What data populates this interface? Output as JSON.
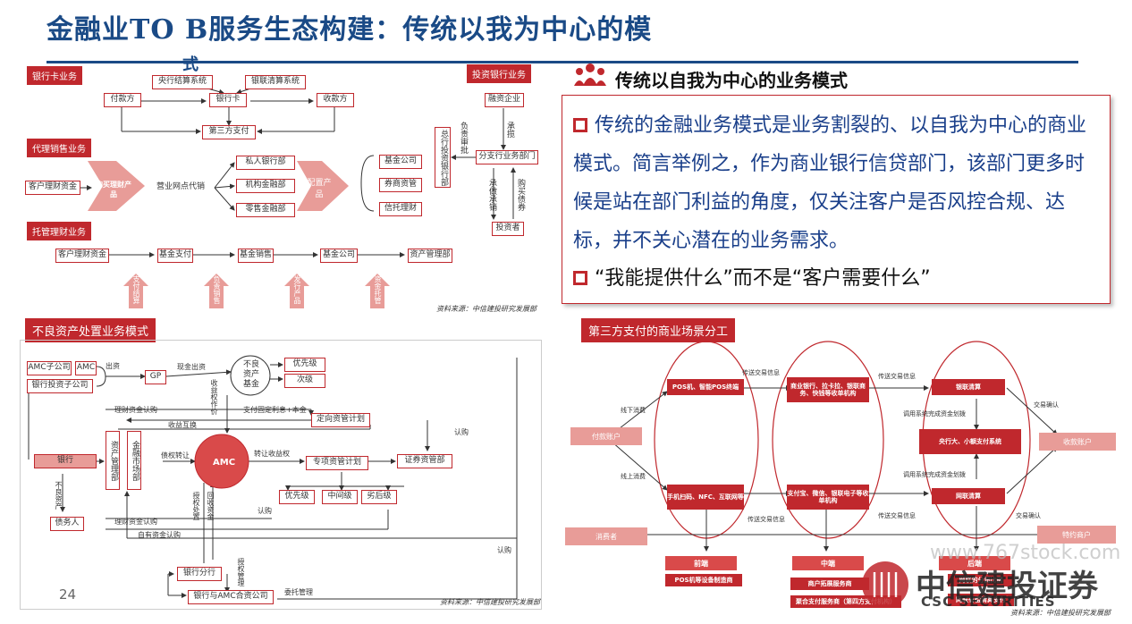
{
  "title": "金融业TO B服务生态构建：传统以我为中心的模",
  "title_overflow": "式",
  "page_number": "24",
  "watermark": "www.767stock.com",
  "logo": {
    "cn": "中信建投证券",
    "en": "CSC SECURITIES"
  },
  "tl": {
    "sec1": "银行卡业务",
    "yangxing": "央行结算系统",
    "yinlian": "银联清算系统",
    "fukuan": "付款方",
    "yinhangka": "银行卡",
    "shoukuan": "收款方",
    "disanfang": "第三方支付",
    "sec2": "代理销售业务",
    "kehu": "客户理财资金",
    "arrow1": "购买理财产品",
    "yingye": "营业网点代销",
    "siren": "私人银行部",
    "jigou": "机构金融部",
    "lingshou": "零售金融部",
    "arrow2": "配置产品",
    "jijin": "基金公司",
    "quanshang": "券商资管",
    "xintuo": "信托理财",
    "sec3": "托管理财业务",
    "b_kehu": "客户理财资金",
    "b_zhifu": "基金支付",
    "b_xiaoshou": "基金销售",
    "b_gongsi": "基金公司",
    "b_guanli": "资产管理部",
    "up1": "支付结算",
    "up2": "负责销售",
    "up3": "发行产品",
    "up4": "资金托管",
    "sec4": "投资银行业务",
    "rongzi": "融资企业",
    "chengdan": "承揽",
    "zonghang": "总行投资银行部",
    "fuze": "负责审批",
    "fenzhi": "分支行业务部门",
    "chengzuo": "承做承销",
    "goumai": "购买债券",
    "touzi": "投资者",
    "source": "资料来源：中信建投研究发展部"
  },
  "tr": {
    "title": "传统以自我为中心的业务模式",
    "p1": "传统的金融业务模式是业务割裂的、以自我为中心的商业模式。简言举例之，作为商业银行信贷部门，该部门更多时候是站在部门利益的角度，仅关注客户是否风控合规、达标，并不关心潜在的业务需求。",
    "p2": "“我能提供什么”而不是“客户需要什么”"
  },
  "bl": {
    "header": "不良资产处置业务模式",
    "amc_sub": "AMC子公司",
    "amc": "AMC",
    "bank_inv": "银行投资子公司",
    "chuzi": "出资",
    "gp": "GP",
    "xianjin": "现金出资",
    "fund": "不良资产基金",
    "youxian": "优先级",
    "ciji": "次级",
    "shougou": "收益权作价",
    "licai_rengou1": "理财资金认购",
    "zhifu": "支付固定利息+本金",
    "dingxiang": "定向资管计划",
    "shouyi": "收益互换",
    "rengou1": "认购",
    "bank": "银行",
    "zichan_mgmt": "资产管理部",
    "jinrong": "金融市场部",
    "zhaiquan": "债权转让",
    "amc_center": "AMC",
    "zhuanrang": "转让收益权",
    "zhuanxiang": "专项资管计划",
    "zhengquan": "证券资管部",
    "buliang": "不良资产",
    "youxianji2": "优先级",
    "zhongjian": "中间级",
    "liehou": "劣后级",
    "shouquan": "授权处置",
    "huishou": "回收资金",
    "rengou2": "认购",
    "zhaiwu": "债务人",
    "licai_rengou2": "理财资金认购",
    "ziyou": "自有资金认购",
    "rengou3": "认购",
    "fenhang": "银行分行",
    "shouquan_mgmt": "授权管理",
    "weituo": "委托管理",
    "heizi": "银行与AMC合资公司",
    "source": "资料来源：中信建投研究发展部"
  },
  "br": {
    "header": "第三方支付的商业场景分工",
    "fukuan": "付款账户",
    "xiaofei": "消费者",
    "shoukuan": "收款账户",
    "tezhong": "特约商户",
    "pos": "POS机、智能POS终端",
    "sjsm": "手机扫码、NFC、互联网等",
    "shangye": "商业银行、拉卡拉、银联商务、快钱等收单机构",
    "zfb": "支付宝、微信、银联电子等收单机构",
    "yinlian": "银联清算",
    "yangxing": "央行大、小额支付系统",
    "wanglian": "网联清算",
    "qiantai": "前端",
    "zhongduan": "中端",
    "houduan": "后端",
    "pos_make": "POS机等设备制造商",
    "shanghu_fw": "商户拓展服务商",
    "juhe": "聚合支付服务商（第四方支付机构）",
    "wl_share": "网联的分润比例",
    "wl_pay": "网联有偿清算支付",
    "xianxia": "线下消费",
    "xianshang": "线上消费",
    "chuansong1": "传送交易信息",
    "chuansong2": "传送交易信息",
    "chuansong3": "传送交易信息",
    "chuansong4": "传送交易信息",
    "diaoyong1": "调用系统完成资金划拨",
    "diaoyong2": "调用系统完成资金划拨",
    "queren1": "交易确认",
    "queren2": "交易确认",
    "source": "资料来源：中信建投研究发展部"
  },
  "colors": {
    "red": "#c0282d",
    "blue": "#1a4a86",
    "pink": "#e89c98"
  }
}
